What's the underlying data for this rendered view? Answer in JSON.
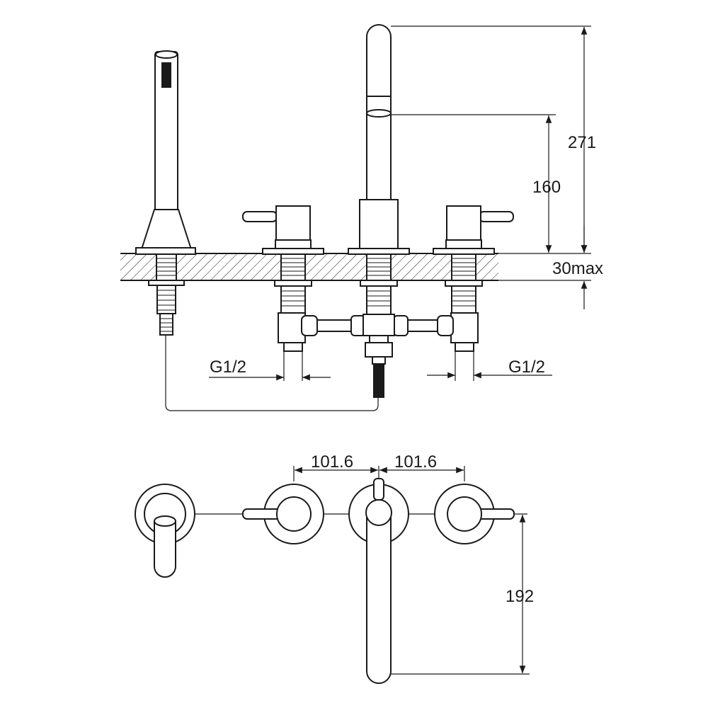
{
  "drawing": {
    "dimensions": {
      "total_height": "271",
      "spout_height": "160",
      "deck_thickness": "30max",
      "connection_left": "G1/2",
      "connection_right": "G1/2",
      "spacing_left": "101.6",
      "spacing_right": "101.6",
      "spout_reach": "192"
    },
    "colors": {
      "line": "#1a1a1a",
      "background": "#ffffff"
    }
  }
}
